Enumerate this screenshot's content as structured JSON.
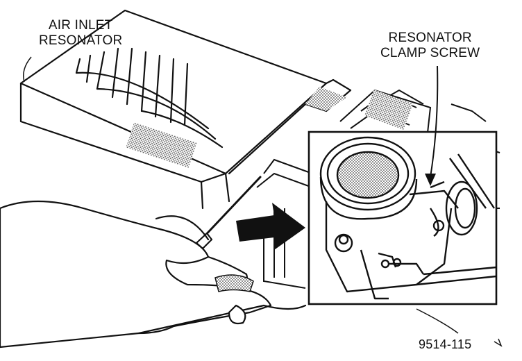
{
  "labels": {
    "air_inlet_resonator": [
      "AIR INLET",
      "RESONATOR"
    ],
    "resonator_clamp_screw": [
      "RESONATOR",
      "CLAMP SCREW"
    ],
    "figure_number": "9514-115"
  },
  "colors": {
    "ink": "#111111",
    "paper": "#ffffff",
    "shade": "#8a8a8a"
  }
}
